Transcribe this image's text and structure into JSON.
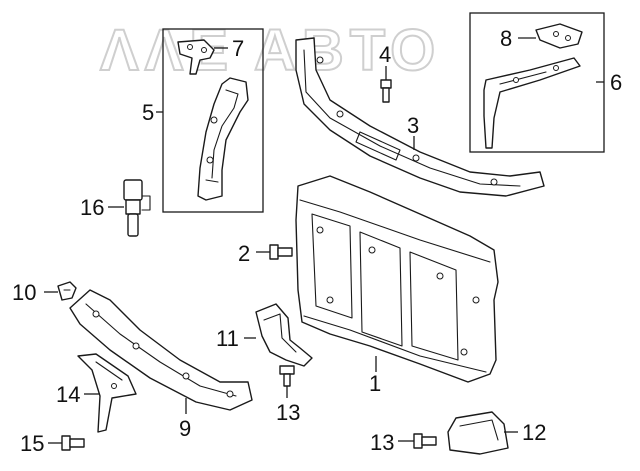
{
  "watermark": {
    "text": "ΛΛΕ ΑΒΤΟ"
  },
  "callouts": {
    "c1": "1",
    "c2": "2",
    "c3": "3",
    "c4": "4",
    "c5": "5",
    "c6": "6",
    "c7": "7",
    "c8": "8",
    "c9": "9",
    "c10": "10",
    "c11": "11",
    "c12": "12",
    "c13a": "13",
    "c13b": "13",
    "c14": "14",
    "c15": "15",
    "c16": "16"
  },
  "colors": {
    "line": "#1a1a1a",
    "watermark": "#cfcfcf",
    "background": "#ffffff"
  }
}
